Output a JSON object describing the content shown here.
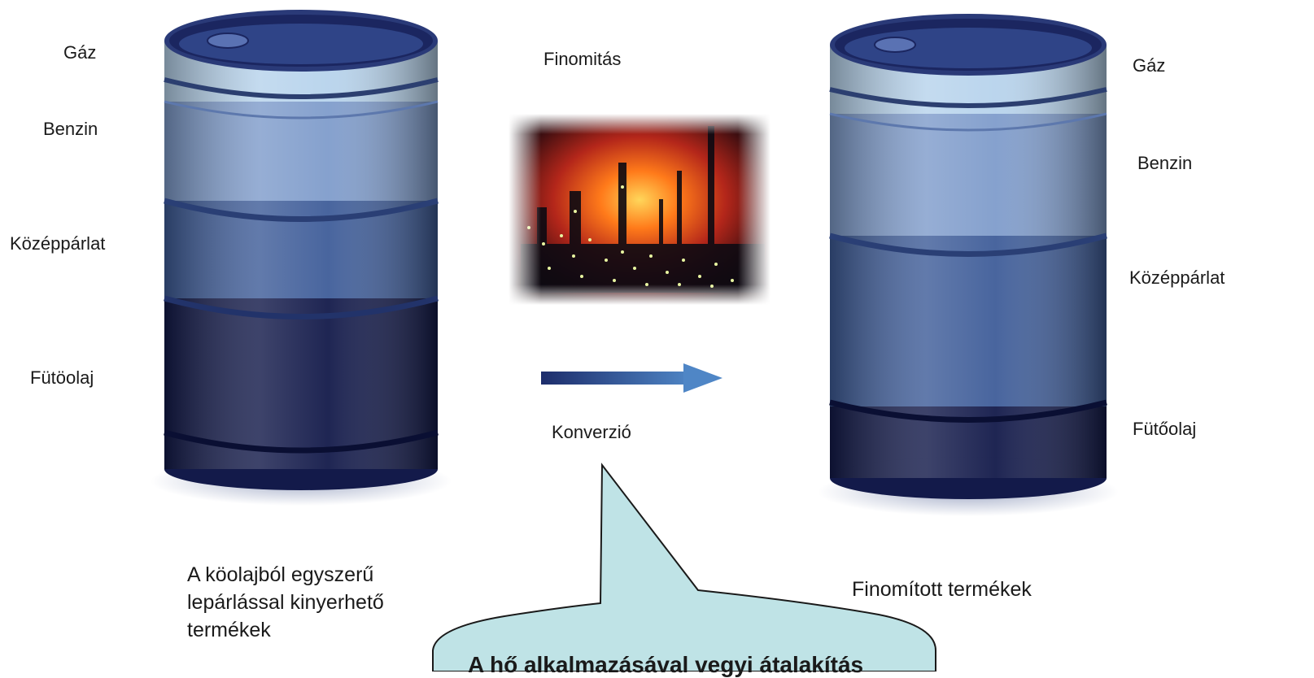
{
  "left_barrel": {
    "labels": [
      "Gáz",
      "Benzin",
      "Középpárlat",
      "Fütöolaj"
    ],
    "caption_lines": [
      "A köolajból egyszerű",
      "lepárlással kinyerhető",
      "termékek"
    ]
  },
  "right_barrel": {
    "labels": [
      "Gáz",
      "Benzin",
      "Középpárlat",
      "Fütőolaj"
    ],
    "caption": "Finomított termékek"
  },
  "process": {
    "top_label": "Finomitás",
    "bottom_label": "Konverzió"
  },
  "callout": {
    "text": "A hő alkalmazásával vegyi átalakítás"
  },
  "colors": {
    "gas": "#b7d3ec",
    "benzin": "#7f9ccb",
    "middle": "#3f5d99",
    "heavy": "#131a4a",
    "callout_fill": "#bfe3e6"
  }
}
